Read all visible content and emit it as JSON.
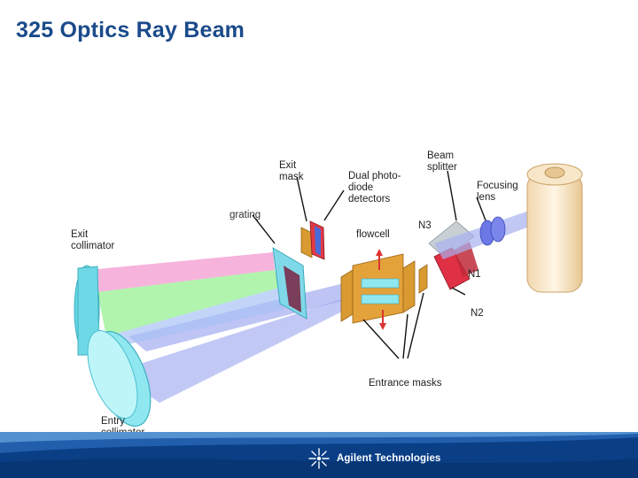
{
  "title": "325 Optics Ray Beam",
  "labels": {
    "exit_mask": "Exit\nmask",
    "dual_photodiode": "Dual photo-\ndiode\ndetectors",
    "beam_splitter": "Beam\nsplitter",
    "focusing_lens": "Focusing\nlens",
    "grating": "grating",
    "exit_collimator": "Exit\ncollimator",
    "flowcell": "flowcell",
    "n3": "N3",
    "n1": "N1",
    "n2": "N2",
    "entrance_masks": "Entrance masks",
    "entry_collimator": "Entry\ncollimator"
  },
  "footer": {
    "brand": "Agilent Technologies"
  },
  "colors": {
    "title": "#1a4a8a",
    "footer": "#0a3f86",
    "accent": "#2a6ab8"
  }
}
